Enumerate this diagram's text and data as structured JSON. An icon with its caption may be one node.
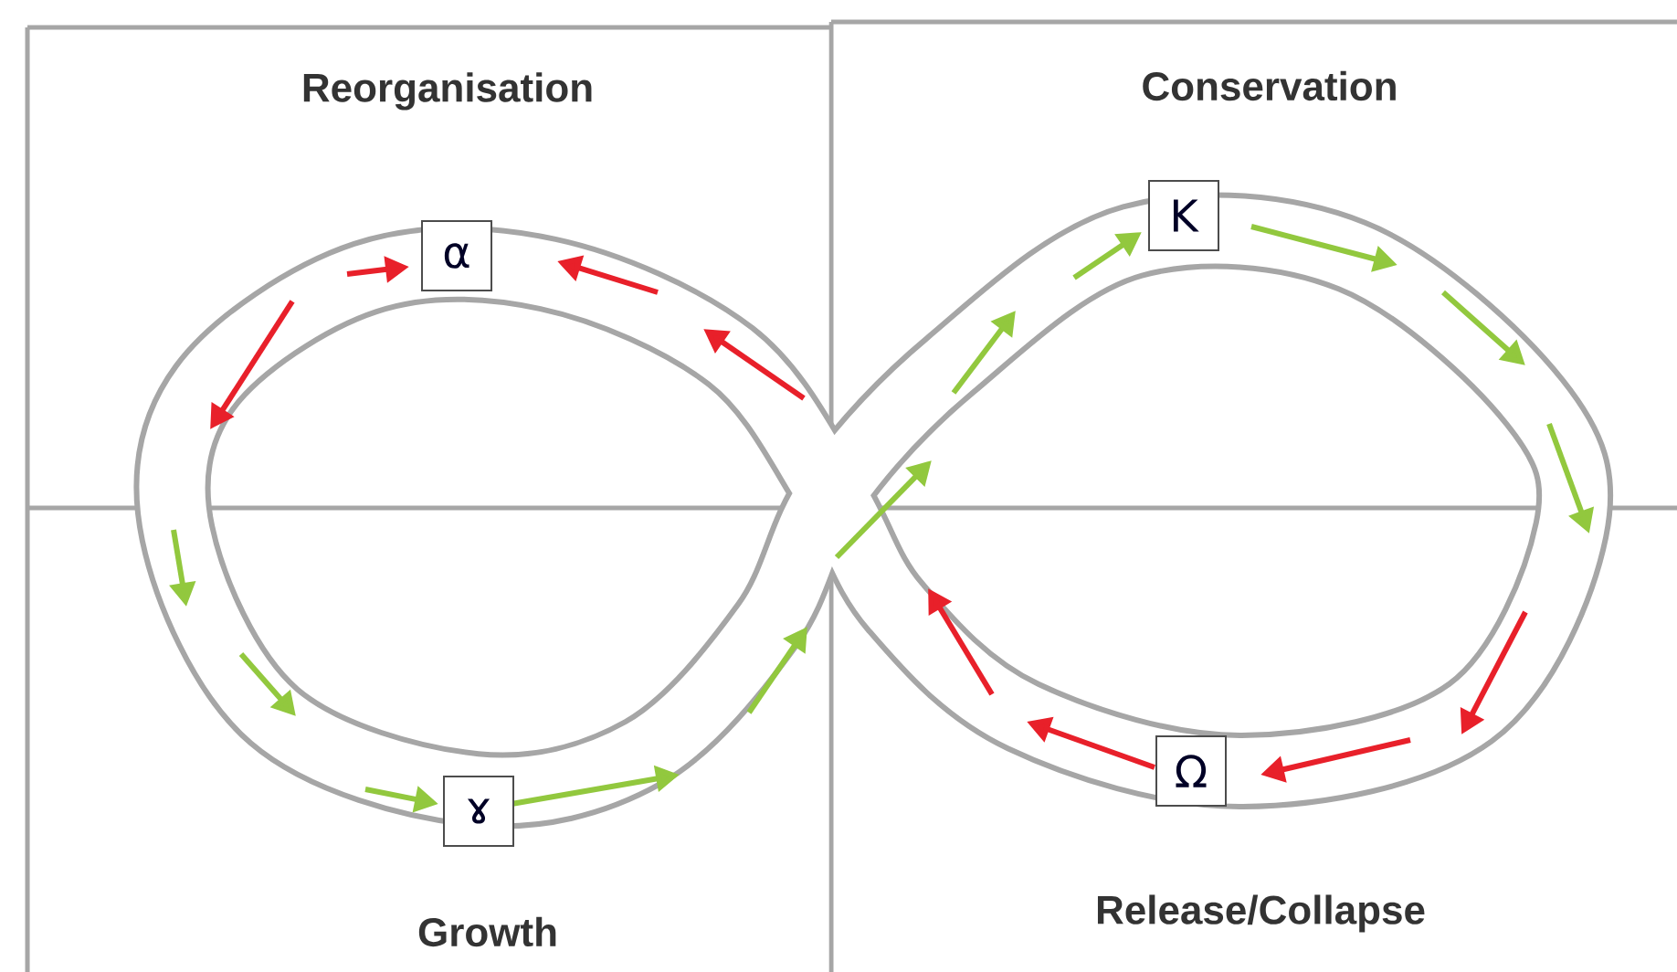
{
  "diagram": {
    "nodes": [
      {
        "text": [
          "α"
        ]
      },
      {
        "text": [
          "Κ"
        ]
      },
      {
        "text": [
          "ɤ"
        ]
      },
      {
        "text": [
          "Ω"
        ]
      }
    ],
    "labels": [
      "Reorganisation",
      "Conservation",
      "Growth",
      "Release/Collapse"
    ]
  }
}
